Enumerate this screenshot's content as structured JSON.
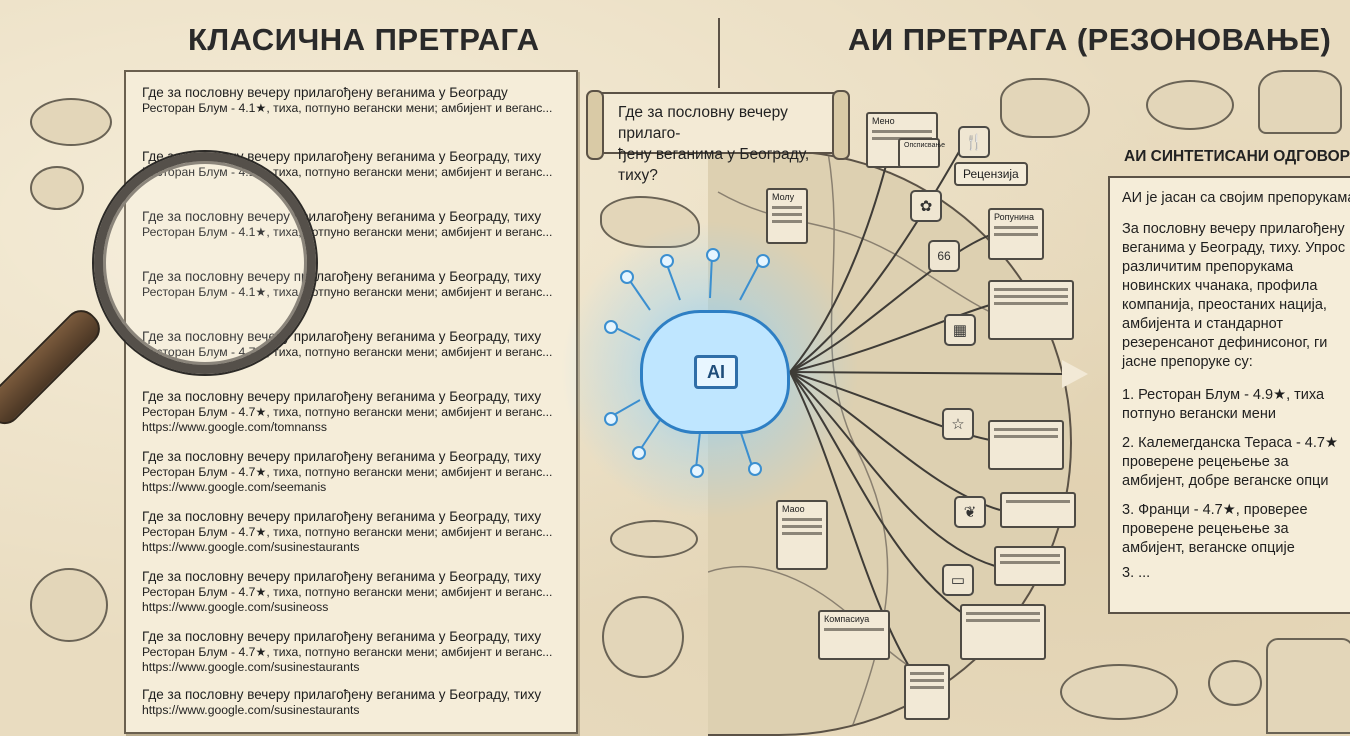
{
  "headings": {
    "classic": "КЛАСИЧНА ПРЕТРАГА",
    "ai": "АИ ПРЕТРАГА (РЕЗОНОВАЊЕ)"
  },
  "classic_results": [
    {
      "query": "Где за пословну вечеру прилагођену веганима у Београду",
      "snippet": "Ресторан Блум - 4.1★, тиха, потпуно вегански мени; амбијент и веганс...",
      "url": ""
    },
    {
      "query": "Где за пословну вечеру прилагођену веганима у Београду, тиху",
      "snippet": "Ресторан Блум - 4.1★, тиха, потпуно вегански мени; амбијент и веганс...",
      "url": ""
    },
    {
      "query": "Где за пословну вечеру прилагођену веганима у Београду, тиху",
      "snippet": "Ресторан Блум - 4.1★, тиха, потпуно вегански мени; амбијент и веганс...",
      "url": ""
    },
    {
      "query": "Где за пословну вечеру прилагођену веганима у Београду, тиху",
      "snippet": "Ресторан Блум - 4.1★, тиха, потпуно вегански мени; амбијент и веганс...",
      "url": ""
    },
    {
      "query": "Где за пословну вечеру прилагођену веганима у Београду, тиху",
      "snippet": "Ресторан Блум - 4.7★, тиха, потпуно вегански мени; амбијент и веганс...",
      "url": ""
    },
    {
      "query": "Где за пословну вечеру прилагођену веганима у Београду, тиху",
      "snippet": "Ресторан Блум - 4.7★, тиха, потпуно вегански мени; амбијент и веганс...",
      "url": "https://www.google.com/tomnanss"
    },
    {
      "query": "Где за пословну вечеру прилагођену веганима у Београду, тиху",
      "snippet": "Ресторан Блум - 4.7★, тиха, потпуно вегански мени; амбијент и веганс...",
      "url": "https://www.google.com/seemanis"
    },
    {
      "query": "Где за пословну вечеру прилагођену веганима у Београду, тиху",
      "snippet": "Ресторан Блум - 4.7★, тиха, потпуно вегански мени; амбијент и веганс...",
      "url": "https://www.google.com/susinestaurants"
    },
    {
      "query": "Где за пословну вечеру прилагођену веганима у Београду, тиху",
      "snippet": "Ресторан Блум - 4.7★, тиха, потпуно вегански мени; амбијент и веганс...",
      "url": "https://www.google.com/susineoss"
    },
    {
      "query": "Где за пословну вечеру прилагођену веганима у Београду, тиху",
      "snippet": "Ресторан Блум - 4.7★, тиха, потпуно вегански мени; амбијент и веганс...",
      "url": "https://www.google.com/susinestaurants"
    },
    {
      "query": "Где за пословну вечеру прилагођену веганима у Београду, тиху",
      "snippet": "",
      "url": "https://www.google.com/susinestaurants"
    }
  ],
  "ai_query": "Где за пословну вечеру прилаго-\nђену веганима у Београду, тиху?",
  "ai_chip": "AI",
  "source_cards": {
    "meni": "Мено",
    "opsni": "Опсписвање",
    "recenzija": "Рецензија",
    "molu": "Молу",
    "ropuni": "Ропунина",
    "maoo": "Маоо",
    "kompasna": "Компасиуа",
    "count": "66"
  },
  "answer": {
    "title": "АИ СИНТЕТИСАНИ ОДГОВОР",
    "head": "АИ је јасан са својим препорукама",
    "body": "За пословну вечеру прилагођену\nвеганима у Београду, тиху. Упрос\nразличитим препорукама\nновинских ччанака, профила\nкомпанија, преостаних нација,\nамбијента и стандарнот\nрезеренсанот дефинисоног, ги\nјасне препоруке су:",
    "items": [
      "1. Ресторан Блум - 4.9★, тиха\n    потпуно вегански мени",
      "2. Калемегданска Тераса - 4.7★\n    проверене рецењење за\n    амбијент, добре веганске опци",
      "3. Франци - 4.7★, проверее\n    проверене рецењење за\n    амбијент, веганске опције"
    ],
    "more": "3. ..."
  }
}
